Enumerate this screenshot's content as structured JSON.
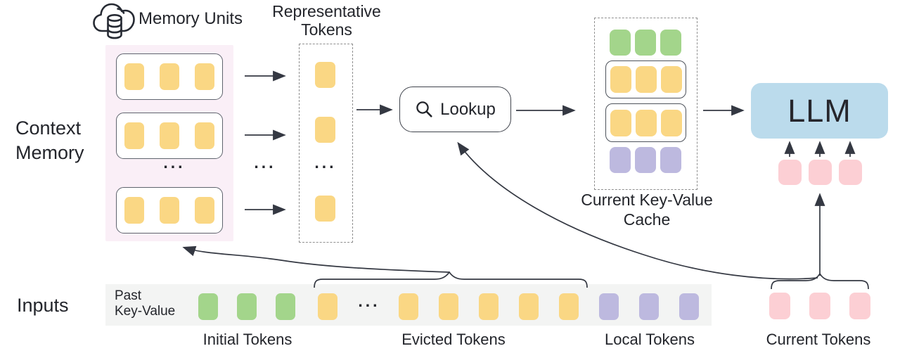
{
  "labels": {
    "memory_units": "Memory Units",
    "representative_tokens": "Representative\nTokens",
    "context_memory": "Context\nMemory",
    "inputs": "Inputs",
    "lookup": "Lookup",
    "current_kv_cache": "Current Key-Value\nCache",
    "llm": "LLM",
    "past_key_value": "Past\nKey-Value",
    "initial_tokens": "Initial Tokens",
    "evicted_tokens": "Evicted Tokens",
    "local_tokens": "Local Tokens",
    "current_tokens": "Current Tokens",
    "ellipsis": "..."
  },
  "colors": {
    "yellow": "#FAD784",
    "green": "#A3D58B",
    "purple": "#BDB9DF",
    "pink": "#FCCFD4",
    "blue": "#BBDBEC",
    "memory_panel_bg": "#FAEFF7",
    "strip_bg": "#F3F4F3",
    "arrow": "#343842",
    "text": "#23252B"
  },
  "tokens": {
    "memory_rows": [
      [
        "yellow",
        "yellow",
        "yellow"
      ],
      [
        "yellow",
        "yellow",
        "yellow"
      ],
      [
        "yellow",
        "yellow",
        "yellow"
      ]
    ],
    "representative": [
      "yellow",
      "yellow",
      "yellow"
    ],
    "cache_rows": [
      {
        "boxed": false,
        "colors": [
          "green",
          "green",
          "green"
        ]
      },
      {
        "boxed": true,
        "colors": [
          "yellow",
          "yellow",
          "yellow"
        ]
      },
      {
        "boxed": true,
        "colors": [
          "yellow",
          "yellow",
          "yellow"
        ]
      },
      {
        "boxed": false,
        "colors": [
          "purple",
          "purple",
          "purple"
        ]
      }
    ],
    "initial": [
      "green",
      "green",
      "green"
    ],
    "evicted_first": [
      "yellow"
    ],
    "evicted_rest": [
      "yellow",
      "yellow",
      "yellow",
      "yellow",
      "yellow"
    ],
    "local": [
      "purple",
      "purple",
      "purple"
    ],
    "current": [
      "pink",
      "pink",
      "pink"
    ],
    "llm_inputs": [
      "pink",
      "pink",
      "pink"
    ]
  }
}
